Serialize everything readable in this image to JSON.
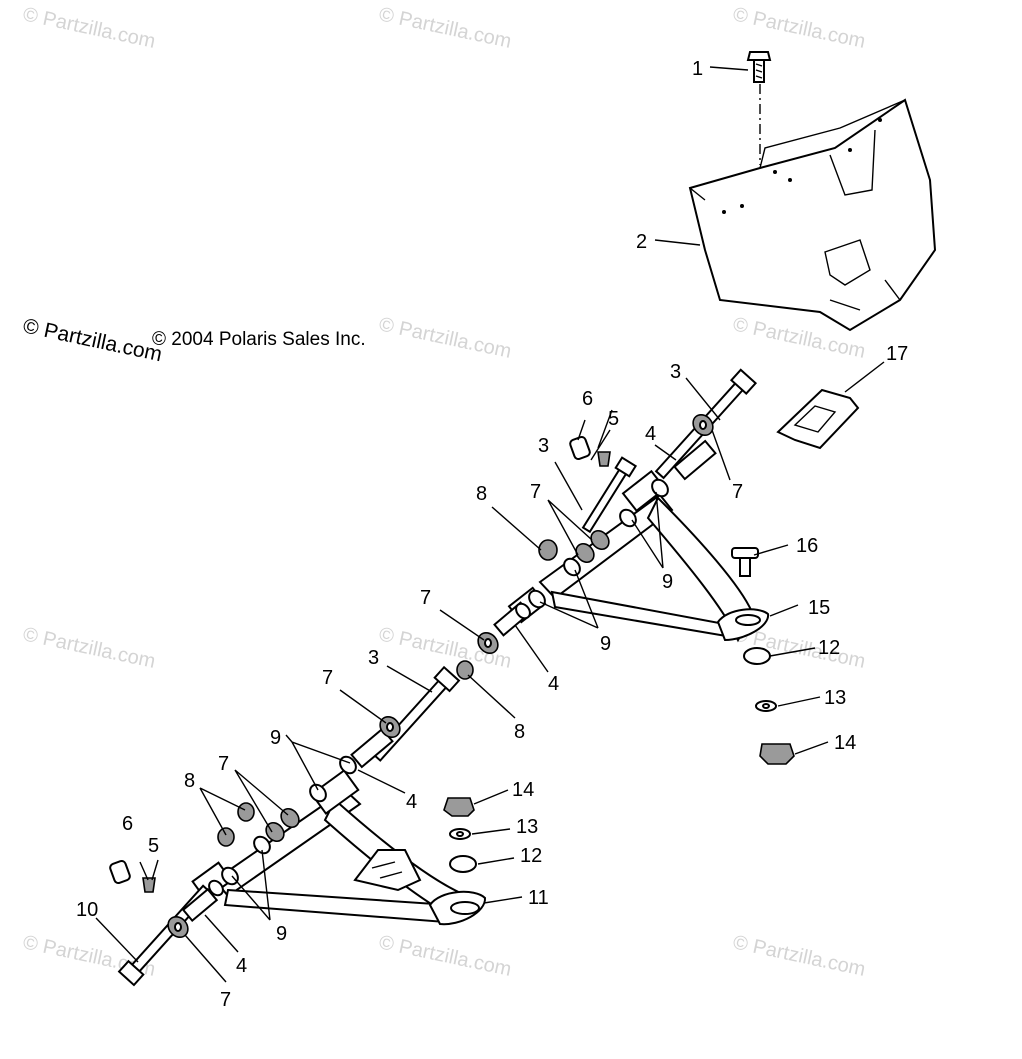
{
  "watermark": {
    "text": "© Partzilla.com"
  },
  "copyright": {
    "line": "© 2004 Polaris Sales Inc.",
    "partzilla": "© Partzilla.com"
  },
  "callouts": [
    "1",
    "2",
    "3",
    "4",
    "5",
    "6",
    "7",
    "8",
    "9",
    "10",
    "11",
    "12",
    "13",
    "14",
    "15",
    "16",
    "17"
  ],
  "colors": {
    "line": "#000000",
    "watermark": "#d4d4d4",
    "background": "#ffffff"
  }
}
